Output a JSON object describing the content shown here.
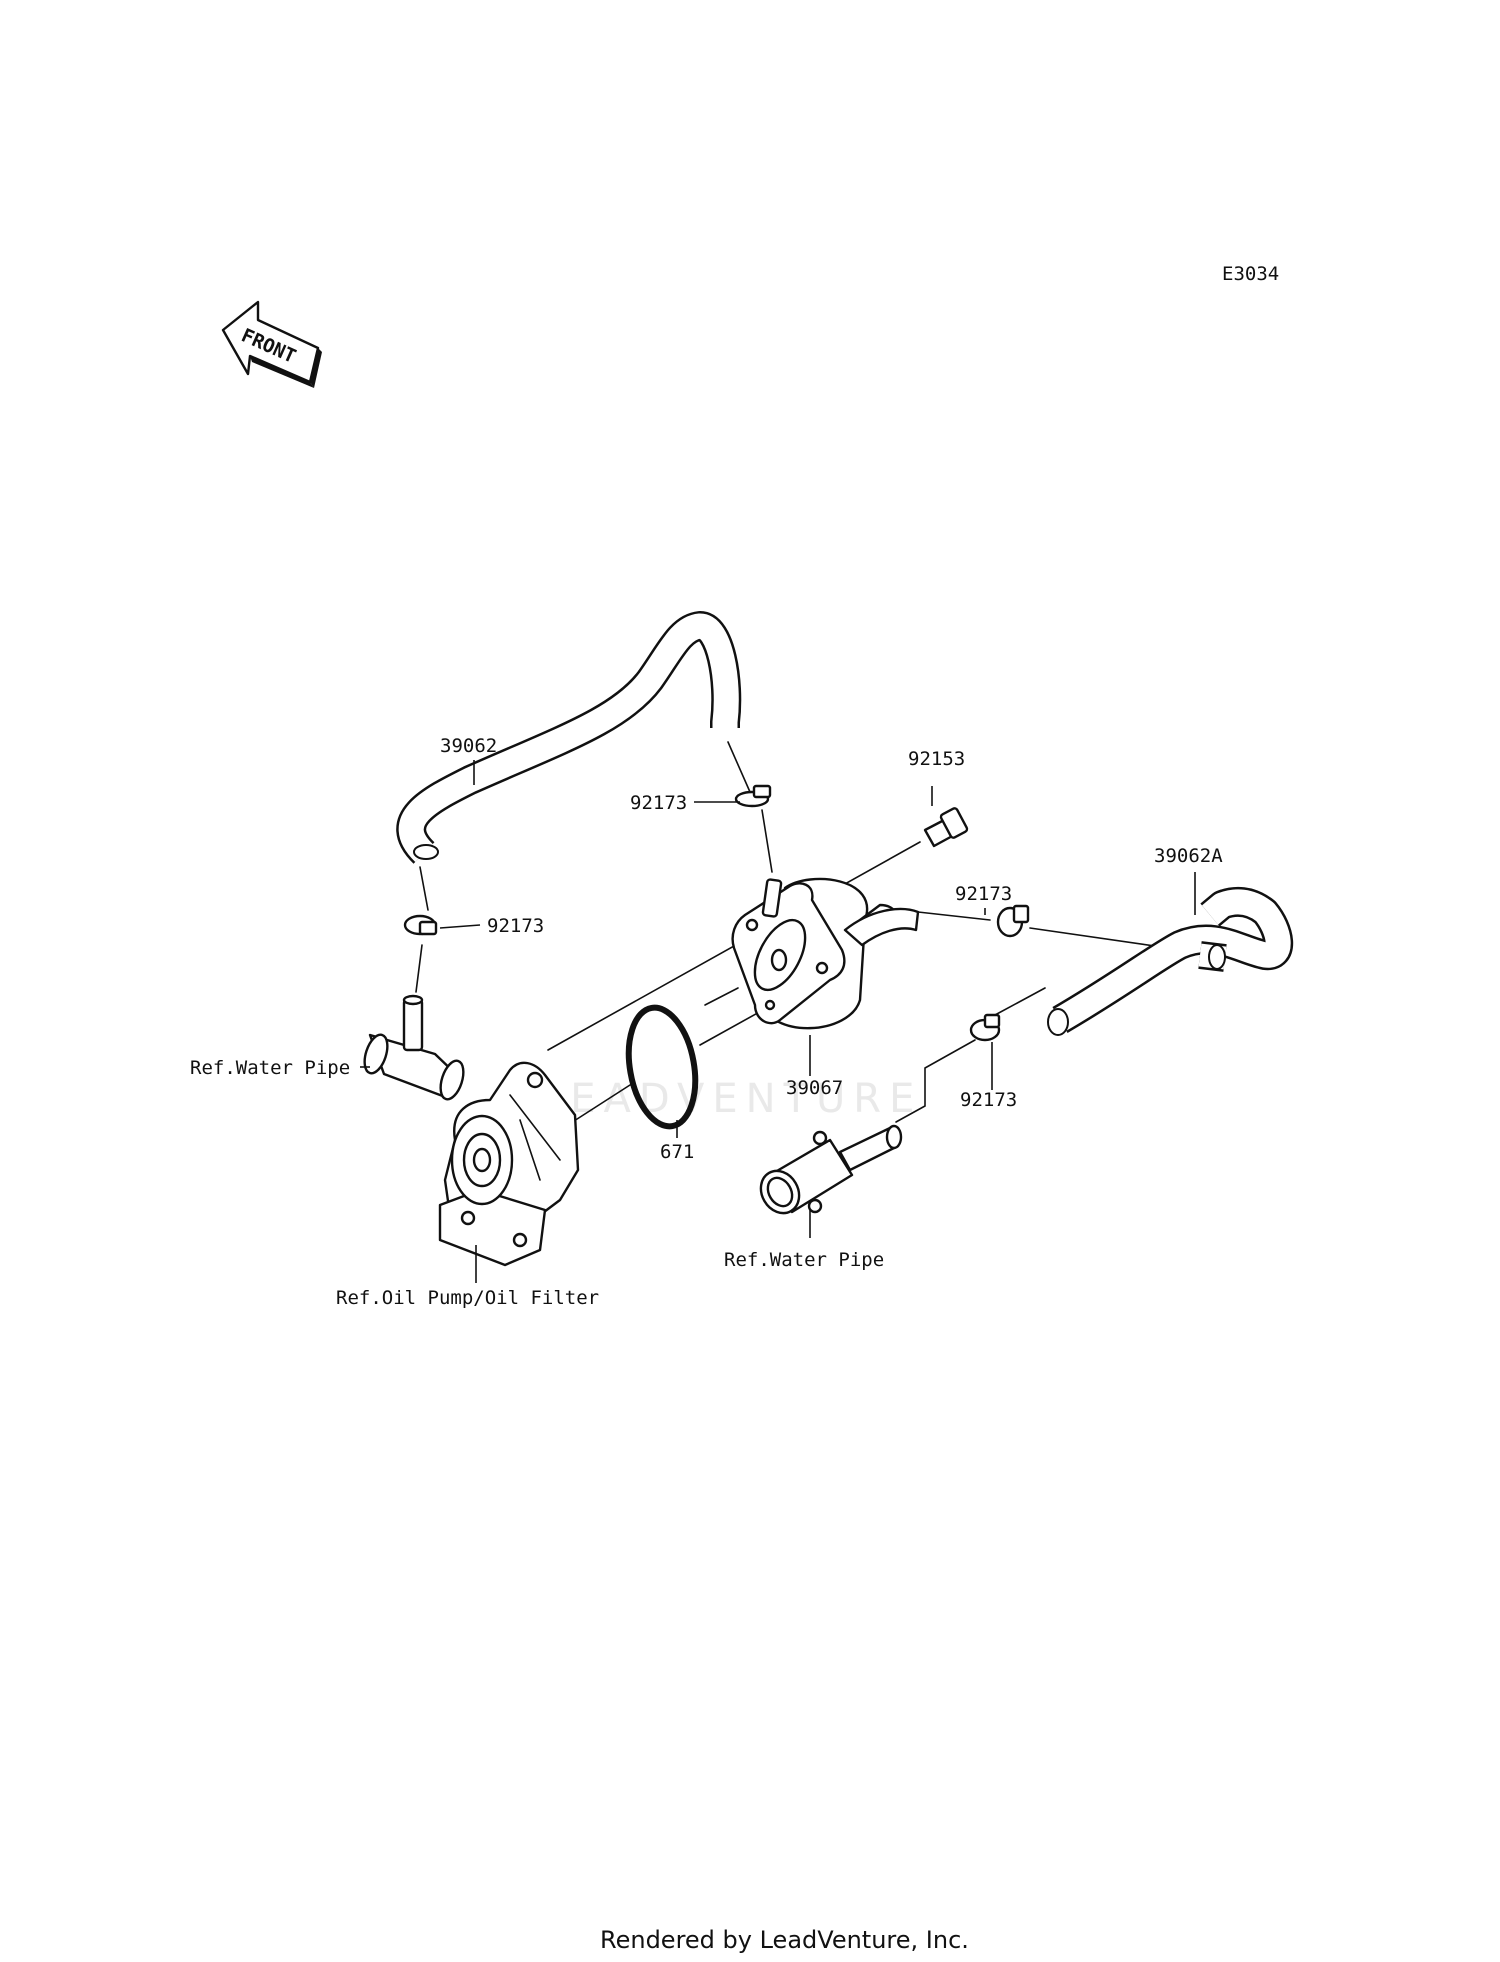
{
  "diagram": {
    "code": "E3034",
    "front_arrow_text": "FRONT",
    "watermark": "LEADVENTURE",
    "footer": "Rendered by LeadVenture, Inc.",
    "labels": {
      "hose_upper": "39062",
      "clamp_hose_top": "92173",
      "bolt": "92153",
      "hose_right": "39062A",
      "clamp_left": "92173",
      "clamp_right_upper": "92173",
      "clamp_right_lower": "92173",
      "cooler": "39067",
      "oring": "671",
      "ref_water_pipe_left": "Ref.Water Pipe",
      "ref_water_pipe_right": "Ref.Water Pipe",
      "ref_oil_pump": "Ref.Oil Pump/Oil Filter"
    }
  }
}
